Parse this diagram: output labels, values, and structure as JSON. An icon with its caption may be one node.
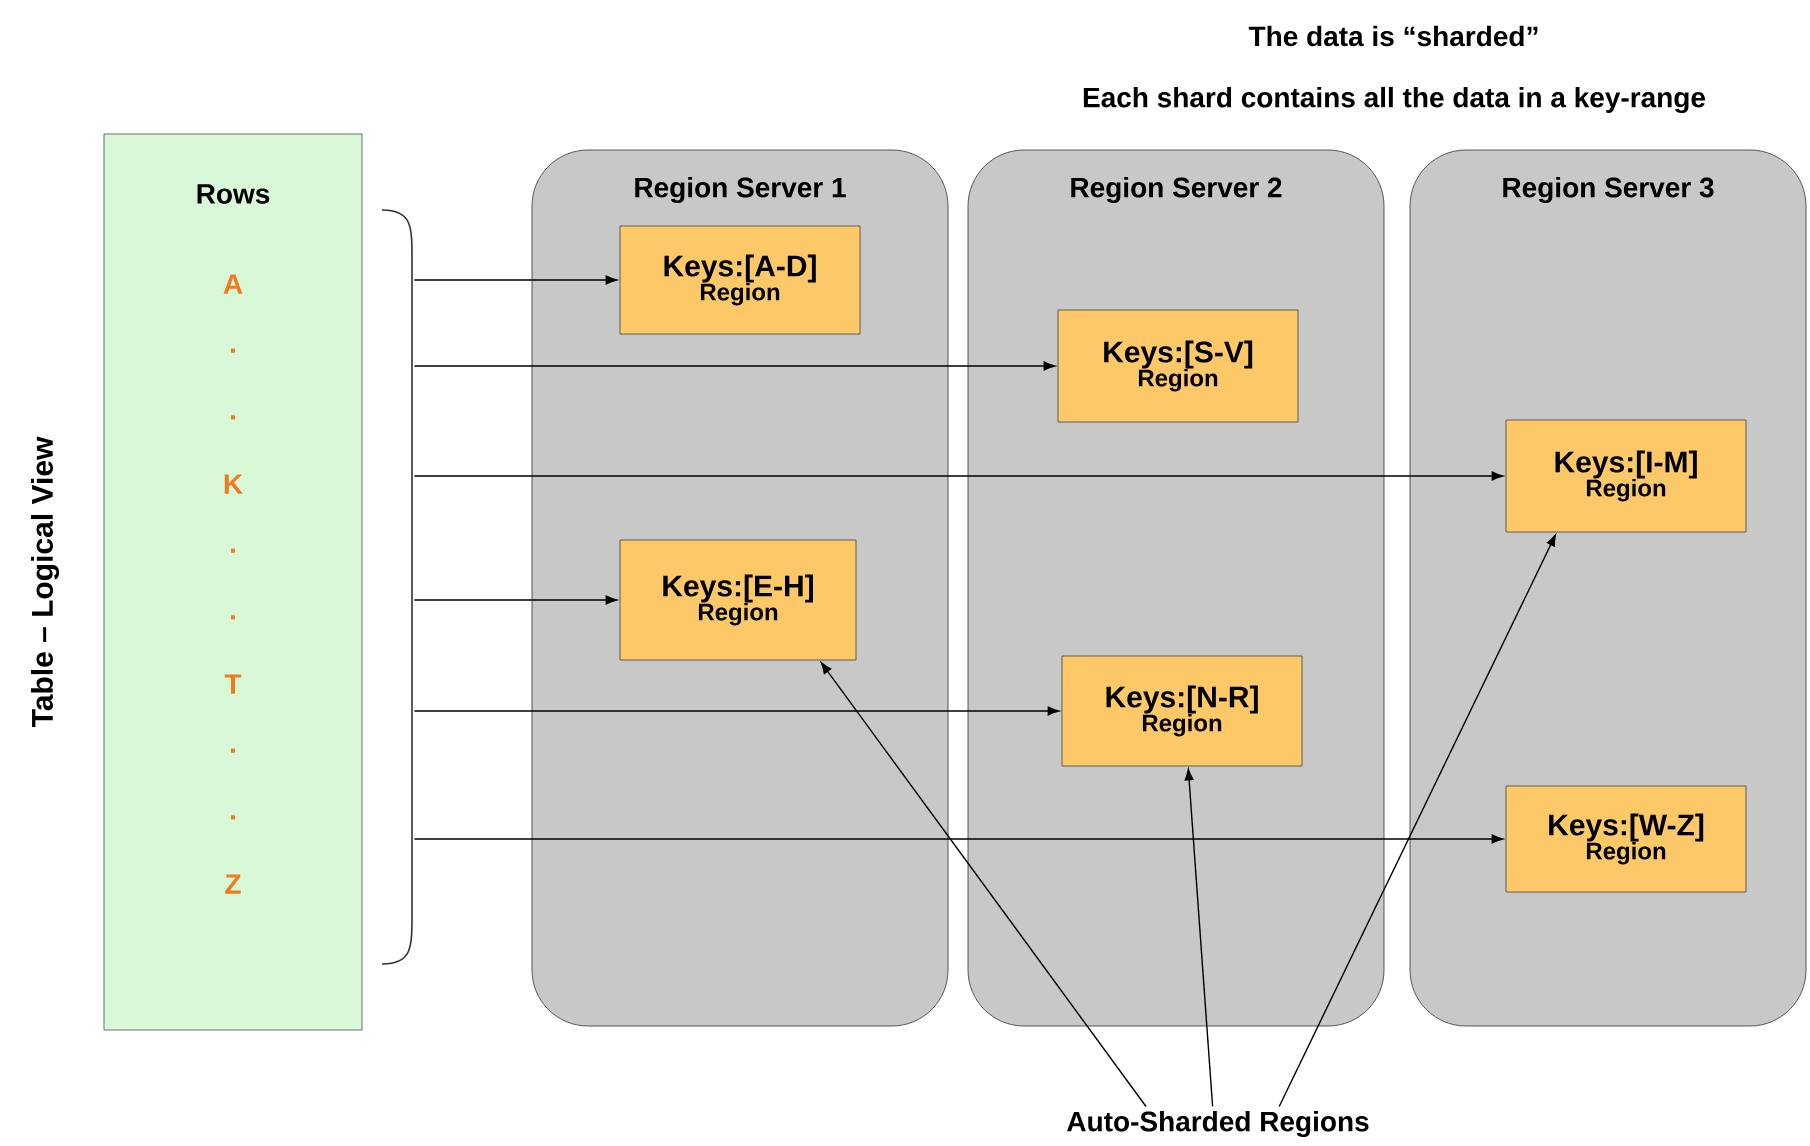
{
  "diagram": {
    "title": "The data is “sharded”",
    "nodes": [
      {
        "text": [
          "Rows",
          "A",
          ".",
          ".",
          "K",
          ".",
          ".",
          "T",
          ".",
          ".",
          "Z"
        ],
        "beside": [
          "Table – Logical View"
        ]
      },
      {
        "text": [],
        "shape": "brace"
      },
      {
        "text": [
          "Region Server 1"
        ]
      },
      {
        "text": [
          "Region Server 2"
        ]
      },
      {
        "text": [
          "Region Server 3"
        ]
      },
      {
        "text": [
          "Keys:[A-D]",
          "Region"
        ],
        "in": 2
      },
      {
        "text": [
          "Keys:[E-H]",
          "Region"
        ],
        "in": 2
      },
      {
        "text": [
          "Keys:[S-V]",
          "Region"
        ],
        "in": 3
      },
      {
        "text": [
          "Keys:[N-R]",
          "Region"
        ],
        "in": 3
      },
      {
        "text": [
          "Keys:[I-M]",
          "Region"
        ],
        "in": 4
      },
      {
        "text": [
          "Keys:[W-Z]",
          "Region"
        ],
        "in": 4
      },
      {
        "text": [
          "Auto-Sharded Regions"
        ]
      }
    ],
    "edges": [
      {
        "from": 1,
        "to": 5,
        "arrow": "to"
      },
      {
        "from": 1,
        "to": 7,
        "arrow": "to"
      },
      {
        "from": 1,
        "to": 9,
        "arrow": "to"
      },
      {
        "from": 1,
        "to": 6,
        "arrow": "to"
      },
      {
        "from": 1,
        "to": 8,
        "arrow": "to"
      },
      {
        "from": 1,
        "to": 10,
        "arrow": "to"
      },
      {
        "from": 11,
        "to": 6,
        "arrow": "to"
      },
      {
        "from": 11,
        "to": 8,
        "arrow": "to"
      },
      {
        "from": 11,
        "to": 9,
        "arrow": "to"
      }
    ],
    "labels": [
      "Each shard contains all the data in a key-range"
    ]
  }
}
